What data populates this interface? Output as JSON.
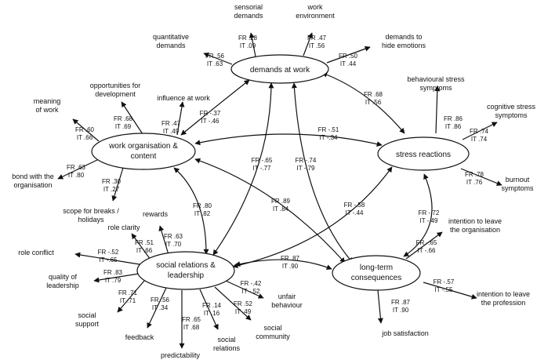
{
  "factors": {
    "demands": "demands at work",
    "work_org_l1": "work organisation &",
    "work_org_l2": "content",
    "stress": "stress reactions",
    "social_l1": "social relations &",
    "social_l2": "leadership",
    "longterm_l1": "long-term",
    "longterm_l2": "consequences"
  },
  "indicators": {
    "sensorial_l1": "sensorial",
    "sensorial_l2": "demands",
    "work_env_l1": "work",
    "work_env_l2": "environment",
    "quantitative_l1": "quantitative",
    "quantitative_l2": "demands",
    "hide_emotions_l1": "demands to",
    "hide_emotions_l2": "hide emotions",
    "opportunities_l1": "opportunities for",
    "opportunities_l2": "development",
    "influence": "influence at work",
    "meaning_l1": "meaning",
    "meaning_l2": "of work",
    "behavioural_l1": "behavioural stress",
    "behavioural_l2": "symptoms",
    "cognitive_l1": "cognitive stress",
    "cognitive_l2": "symptoms",
    "bond_l1": "bond with the",
    "bond_l2": "organisation",
    "burnout_l1": "burnout",
    "burnout_l2": "symptoms",
    "scope_l1": "scope for breaks /",
    "scope_l2": "holidays",
    "rewards": "rewards",
    "role_clarity": "role clarity",
    "role_conflict": "role conflict",
    "quality_l1": "quality of",
    "quality_l2": "leadership",
    "intention_org_l1": "intention to leave",
    "intention_org_l2": "the organisation",
    "unfair_l1": "unfair",
    "unfair_l2": "behaviour",
    "social_support_l1": "social",
    "social_support_l2": "support",
    "feedback": "feedback",
    "predictability": "predictability",
    "social_relations_l1": "social",
    "social_relations_l2": "relations",
    "social_community_l1": "social",
    "social_community_l2": "community",
    "intention_prof_l1": "intention to leave",
    "intention_prof_l2": "the profession",
    "job_satisfaction": "job satisfaction"
  },
  "coefficients": {
    "sensorial": [
      "FR .28",
      "IT .09"
    ],
    "work_env": [
      "FR .47",
      "IT .56"
    ],
    "quantitative": [
      "FR .56",
      "IT .63"
    ],
    "hide_emotions": [
      "FR .50",
      "IT .44"
    ],
    "demands_stress": [
      "FR .68",
      "IT .56"
    ],
    "opportunities": [
      "FR .68",
      "IT .69"
    ],
    "influence": [
      "FR .47",
      "IT .49"
    ],
    "demands_workorg": [
      "FR -.37",
      "IT -.46"
    ],
    "meaning": [
      "FR .60",
      "IT .66"
    ],
    "workorg_stress": [
      "FR -.51",
      "IT -.34"
    ],
    "behavioural": [
      "FR .86",
      "IT .86"
    ],
    "cognitive": [
      "FR .74",
      "IT .74"
    ],
    "bond": [
      "FR .63",
      "IT .80"
    ],
    "demands_social": [
      "FR -.65",
      "IT -.77"
    ],
    "demands_longterm": [
      "FR -.74",
      "IT -.79"
    ],
    "burnout": [
      "FR .78",
      "IT .76"
    ],
    "scope": [
      "FR .30",
      "IT .27"
    ],
    "workorg_social": [
      "FR .80",
      "IT .82"
    ],
    "workorg_longterm": [
      "FR .89",
      "IT .84"
    ],
    "stress_social": [
      "FR -.58",
      "IT -.44"
    ],
    "stress_longterm": [
      "FR -.72",
      "IT -.49"
    ],
    "rewards": [
      "FR .63",
      "IT .70"
    ],
    "role_clarity": [
      "FR .51",
      "IT .66"
    ],
    "intention_org": [
      "FR -.65",
      "IT -.66"
    ],
    "role_conflict": [
      "FR -.52",
      "IT -.65"
    ],
    "social_longterm": [
      "FR .87",
      "IT .90"
    ],
    "quality": [
      "FR .83",
      "IT .79"
    ],
    "unfair": [
      "FR -.42",
      "IT -.52"
    ],
    "social_support": [
      "FR .71",
      "IT .71"
    ],
    "feedback": [
      "FR .56",
      "IT .34"
    ],
    "predictability": [
      "FR .65",
      "IT .68"
    ],
    "social_relations": [
      "FR .14",
      "IT .16"
    ],
    "social_community": [
      "FR .52",
      "IT .49"
    ],
    "intention_prof": [
      "FR -.57",
      "IT -.55"
    ],
    "job_satisfaction": [
      "FR .87",
      "IT .90"
    ]
  },
  "colors": {
    "ink": "#111111",
    "background": "#ffffff"
  }
}
